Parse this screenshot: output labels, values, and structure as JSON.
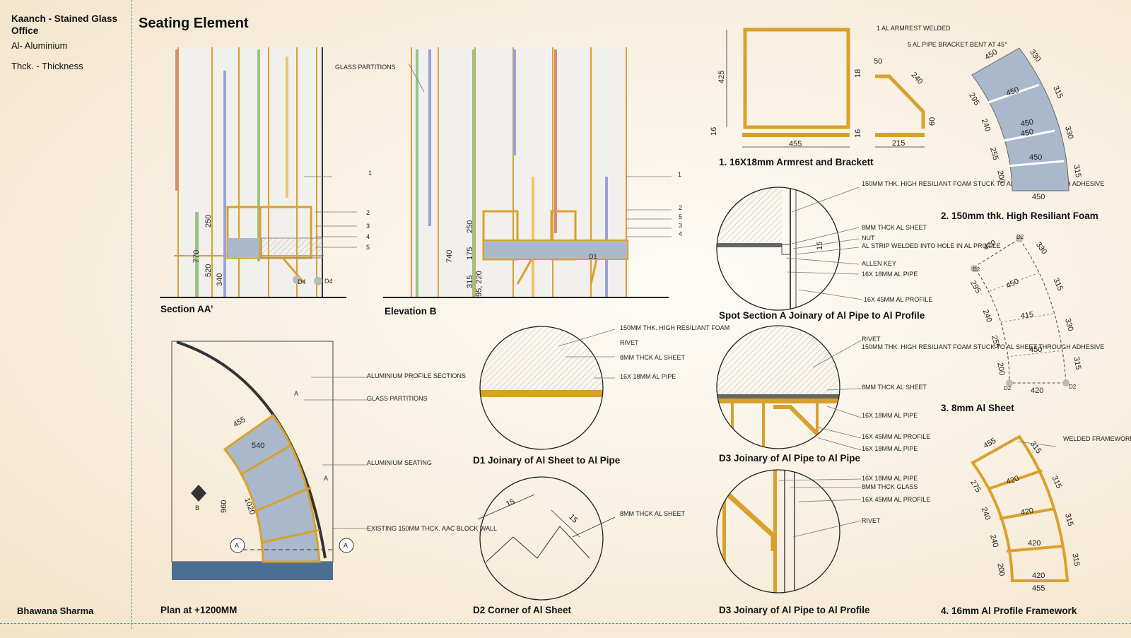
{
  "project": {
    "title": "Kaanch - Stained Glass Office"
  },
  "legend": [
    "Al- Aluminium",
    "Thck. - Thickness"
  ],
  "author": "Bhawana Sharma",
  "sheet_title": "Seating Element",
  "drawings": {
    "section_aa": {
      "caption": "Section AA’",
      "dims": [
        "250",
        "770",
        "520",
        "340"
      ],
      "tags": [
        "1",
        "2",
        "3",
        "4",
        "5"
      ],
      "markers": [
        "D4",
        "D4"
      ]
    },
    "elevation_b": {
      "caption": "Elevation B",
      "label": "GLASS PARTITIONS",
      "dims": [
        "250",
        "740",
        "175",
        "315",
        "95, 220"
      ],
      "tags": [
        "1",
        "2",
        "5",
        "3",
        "4"
      ],
      "markers": [
        "D1"
      ]
    },
    "plan": {
      "caption": "Plan at +1200MM",
      "notes": [
        "ALUMINIUM PROFILE SECTIONS",
        "GLASS PARTITIONS",
        "ALUMINIUM SEATING",
        "EXISTING 150MM THCK. AAC BLOCK WALL"
      ],
      "dims": [
        "455",
        "540",
        "960",
        "1020"
      ],
      "markers": [
        "A",
        "A",
        "A",
        "A",
        "B"
      ]
    },
    "d1": {
      "caption": "D1 Joinary of Al Sheet to Al Pipe",
      "notes": [
        "150MM THK. HIGH RESILIANT FOAM",
        "RIVET",
        "8MM THCK AL SHEET",
        "16X 18MM AL PIPE"
      ]
    },
    "d2": {
      "caption": "D2 Corner of Al Sheet",
      "notes": [
        "8MM THCK AL SHEET"
      ],
      "dims": [
        "15",
        "15"
      ]
    },
    "armrest": {
      "caption": "1. 16X18mm Armrest and Brackett",
      "notes": [
        "1 AL ARMREST WELDED",
        "5 AL PIPE BRACKET BENT AT 45°"
      ],
      "dims": [
        "425",
        "16",
        "455",
        "18",
        "50",
        "240",
        "60",
        "16",
        "215"
      ]
    },
    "spot_a": {
      "caption": "Spot Section A Joinary of Al Pipe to Al Profile",
      "notes": [
        "150MM THK. HIGH RESILIANT FOAM STUCK TO AL SHEET THROUGH ADHESIVE",
        "8MM THCK AL SHEET",
        "NUT",
        "AL STRIP WELDED INTO HOLE IN AL PROFILE",
        "ALLEN KEY",
        "16X 18MM AL PIPE",
        "16X 45MM AL PROFILE"
      ],
      "dims": [
        "15"
      ]
    },
    "d3a": {
      "caption": "D3 Joinary of Al Pipe to Al Pipe",
      "notes": [
        "RIVET",
        "150MM THK. HIGH RESILIANT FOAM STUCK TO AL SHEET THROUGH ADHESIVE",
        "8MM THCK AL SHEET",
        "16X 18MM AL PIPE",
        "16X 45MM AL PROFILE",
        "16X 18MM AL PIPE"
      ]
    },
    "d3b": {
      "caption": "D3 Joinary of Al Pipe to Al Profile",
      "notes": [
        "16X 18MM AL PIPE",
        "8MM THCK GLASS",
        "16X 45MM AL PROFILE",
        "RIVET"
      ]
    },
    "foam": {
      "caption": "2. 150mm thk. High Resiliant Foam",
      "dims": [
        "450",
        "330",
        "450",
        "315",
        "295",
        "450",
        "450",
        "330",
        "240",
        "255",
        "450",
        "315",
        "200",
        "450"
      ]
    },
    "sheet": {
      "caption": "3. 8mm Al Sheet",
      "dims": [
        "420",
        "330",
        "295",
        "450",
        "315",
        "240",
        "415",
        "330",
        "255",
        "450",
        "315",
        "200",
        "420"
      ],
      "markers": [
        "D2",
        "D2",
        "D2",
        "D2"
      ]
    },
    "framework": {
      "caption": "4.  16mm Al Profile Framework",
      "notes": [
        "WELDED FRAMEWORK"
      ],
      "dims": [
        "455",
        "315",
        "275",
        "420",
        "315",
        "240",
        "420",
        "315",
        "240",
        "420",
        "315",
        "200",
        "420",
        "455"
      ]
    }
  },
  "colors": {
    "aluminium": "#d9a12b",
    "foam": "#aab8cc",
    "wall": "#4c6e93",
    "grid": "#3f9aa0"
  }
}
